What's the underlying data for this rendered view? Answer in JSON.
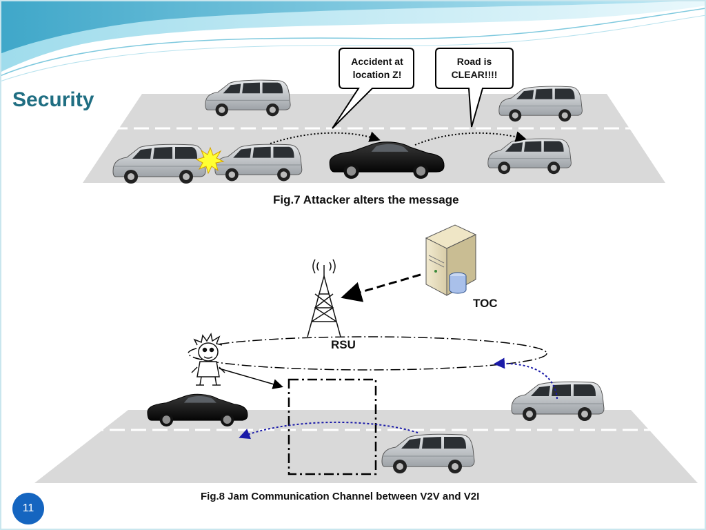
{
  "slide": {
    "title": "Security",
    "page_number": "11"
  },
  "fig7": {
    "caption": "Fig.7 Attacker alters the message",
    "bubble_accident_line1": "Accident at",
    "bubble_accident_line2": "location Z!",
    "bubble_road_line1": "Road is",
    "bubble_road_line2": "CLEAR!!!!"
  },
  "fig8": {
    "caption": "Fig.8 Jam Communication Channel between V2V and V2I",
    "toc_label": "TOC",
    "rsu_label": "RSU"
  },
  "colors": {
    "title": "#1f6e82",
    "page_badge": "#1565c0",
    "road": "#d9d9d9",
    "wave_blue": "#1a1aa8"
  }
}
